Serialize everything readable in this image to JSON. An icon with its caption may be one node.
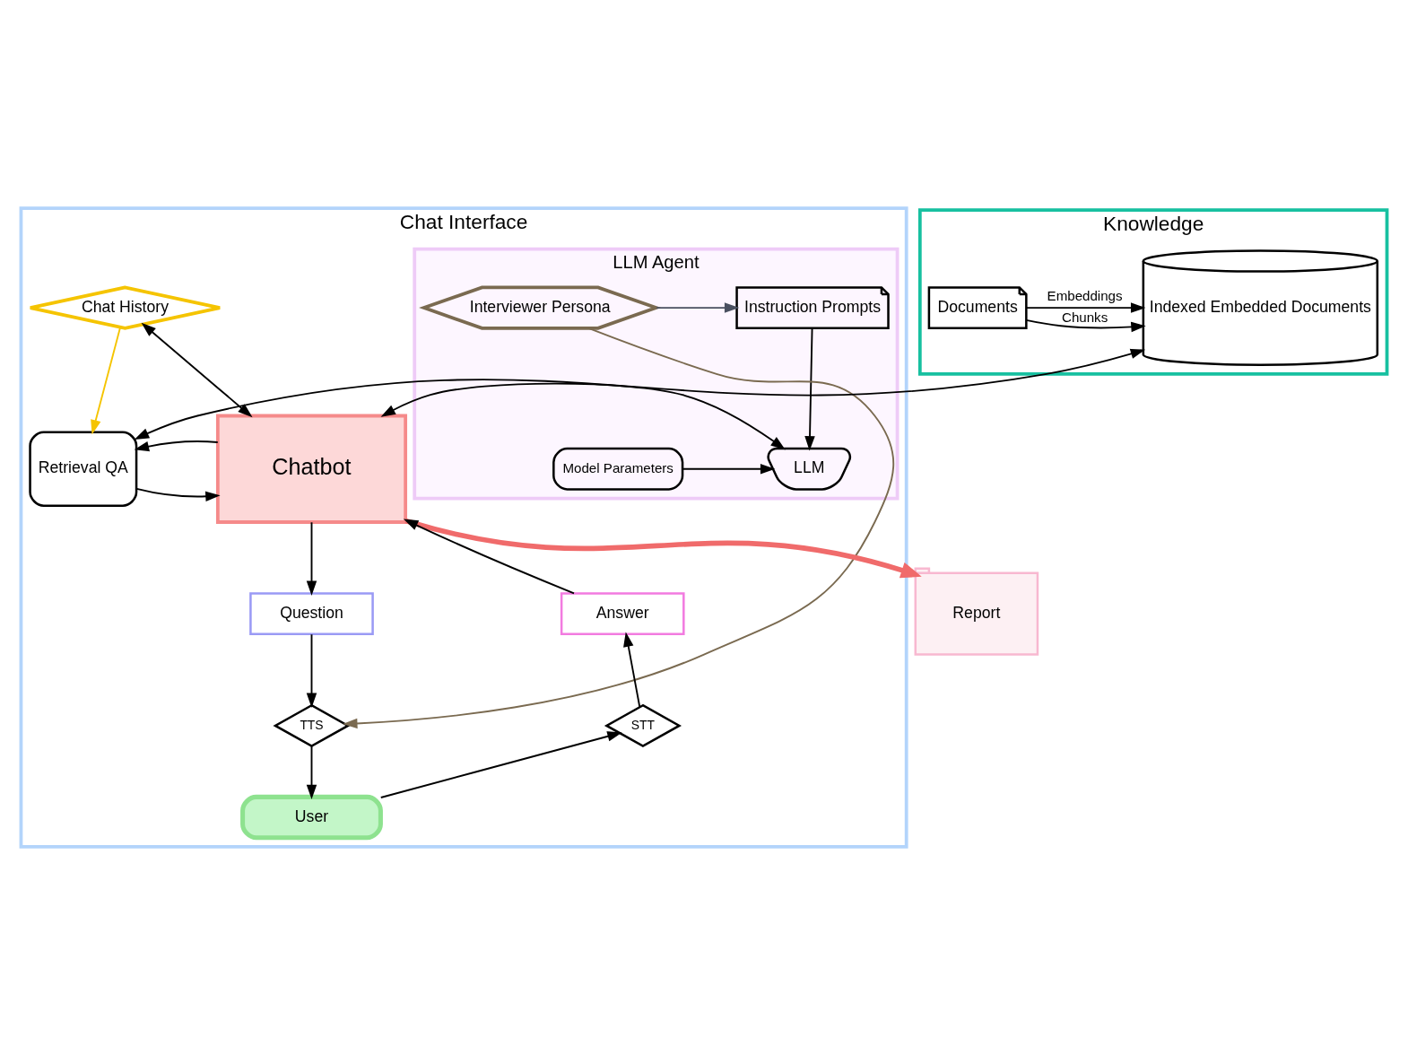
{
  "diagram": {
    "nodes": [
      {
        "text": [
          "Chat Interface"
        ]
      },
      {
        "text": [
          "LLM Agent"
        ],
        "in": 0
      },
      {
        "text": [
          "Instruction Prompts"
        ],
        "in": 1
      },
      {
        "text": [
          "Interviewer Persona"
        ],
        "in": 1
      },
      {
        "text": [
          "LLM"
        ],
        "in": 1
      },
      {
        "text": [
          "Model Parameters"
        ],
        "in": 1
      },
      {
        "text": [
          "Knowledge"
        ]
      },
      {
        "text": [
          "Documents"
        ],
        "in": 6
      },
      {
        "text": [
          "Indexed Embedded Documents"
        ],
        "in": 6
      },
      {
        "text": [
          "Chat History"
        ],
        "in": 0
      },
      {
        "text": [
          "Retrieval QA"
        ],
        "in": 0
      },
      {
        "text": [
          "Chatbot"
        ],
        "in": 0
      },
      {
        "text": [
          "Report"
        ]
      },
      {
        "text": [
          "Answer"
        ],
        "in": 0
      },
      {
        "text": [
          "Question"
        ],
        "in": 0
      },
      {
        "text": [
          "STT"
        ],
        "in": 0
      },
      {
        "text": [
          "TTS"
        ],
        "in": 0
      },
      {
        "text": [
          "User"
        ],
        "in": 0
      }
    ],
    "edges": [
      {
        "from": 3,
        "to": 2,
        "arrow": "to",
        "color": "#4a5060"
      },
      {
        "from": 2,
        "to": 4,
        "arrow": "to"
      },
      {
        "from": 5,
        "to": 4,
        "arrow": "to"
      },
      {
        "from": 4,
        "to": 11,
        "arrow": "both"
      },
      {
        "from": 9,
        "to": 11,
        "arrow": "both"
      },
      {
        "from": 9,
        "to": 10,
        "arrow": "to",
        "color": "#f5c400"
      },
      {
        "from": 7,
        "to": 8,
        "label": "Chunks",
        "arrow": "to"
      },
      {
        "from": 7,
        "to": 8,
        "label": "Embeddings",
        "arrow": "to"
      },
      {
        "from": 8,
        "to": 10,
        "arrow": "both"
      },
      {
        "from": 10,
        "to": 11,
        "arrow": "to"
      },
      {
        "from": 11,
        "to": 10,
        "arrow": "to"
      },
      {
        "from": 11,
        "to": 12,
        "arrow": "to",
        "style": "thick",
        "color": "#f06b6b"
      },
      {
        "from": 13,
        "to": 11,
        "arrow": "to"
      },
      {
        "from": 11,
        "to": 14,
        "arrow": "to"
      },
      {
        "from": 14,
        "to": 16,
        "arrow": "to"
      },
      {
        "from": 15,
        "to": 13,
        "arrow": "to"
      },
      {
        "from": 17,
        "to": 15,
        "arrow": "to"
      },
      {
        "from": 16,
        "to": 17,
        "arrow": "to"
      },
      {
        "from": 3,
        "to": 16,
        "arrow": "to",
        "color": "#7a6a50"
      }
    ]
  }
}
